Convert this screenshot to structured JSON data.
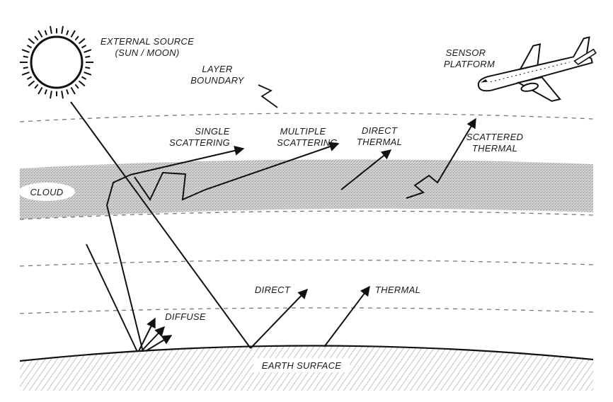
{
  "labels": {
    "source_line1": "EXTERNAL SOURCE",
    "source_line2": "(SUN / MOON)",
    "layer_line1": "LAYER",
    "layer_line2": "BOUNDARY",
    "sensor_line1": "SENSOR",
    "sensor_line2": "PLATFORM",
    "single_line1": "SINGLE",
    "single_line2": "SCATTERING",
    "multiple_line1": "MULTIPLE",
    "multiple_line2": "SCATTERING",
    "direct_thermal_line1": "DIRECT",
    "direct_thermal_line2": "THERMAL",
    "scattered_thermal_line1": "SCATTERED",
    "scattered_thermal_line2": "THERMAL",
    "cloud": "CLOUD",
    "direct": "DIRECT",
    "thermal": "THERMAL",
    "diffuse": "DIFFUSE",
    "earth_surface": "EARTH SURFACE"
  }
}
